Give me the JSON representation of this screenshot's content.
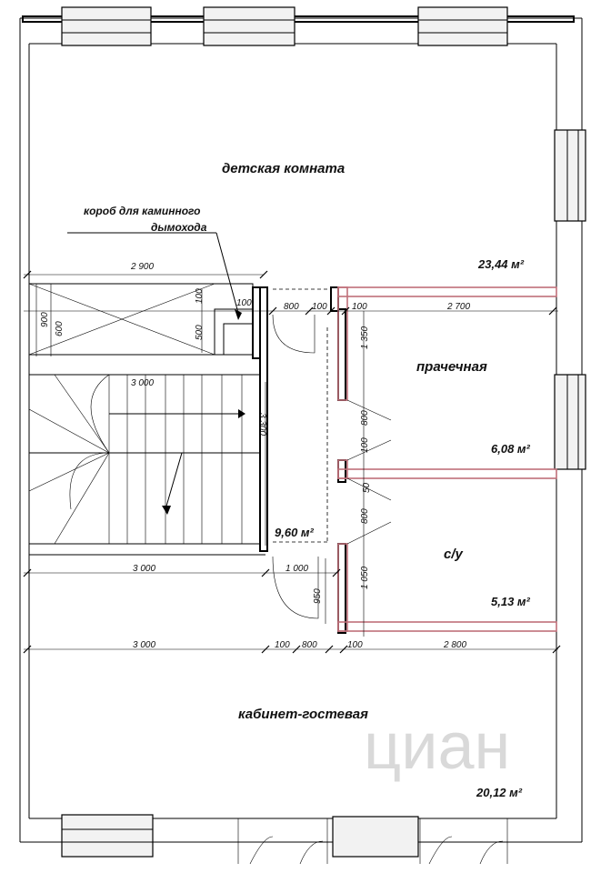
{
  "watermark": "циан",
  "rooms": {
    "kids": {
      "name": "детская комната",
      "area": "23,44 м²"
    },
    "laundry": {
      "name": "прачечная",
      "area": "6,08 м²"
    },
    "bath": {
      "name": "с/у",
      "area": "5,13 м²"
    },
    "hall": {
      "area": "9,60 м²"
    },
    "office": {
      "name": "кабинет-гостевая",
      "area": "20,12 м²"
    }
  },
  "annotations": {
    "chimney_line1": "короб для каминного",
    "chimney_line2": "дымохода"
  },
  "dimensions": {
    "d2900": "2 900",
    "d100_top": "100",
    "d100_b": "100",
    "d800_door": "800",
    "d100_door": "100",
    "d100_laundry": "100",
    "d2700": "2 700",
    "d900": "900",
    "d600": "600",
    "d500": "500",
    "d1350": "1 350",
    "d3000_stairs": "3 000",
    "d3300": "3 300",
    "d800_l1": "800",
    "d100_mid": "100",
    "d50": "50",
    "d800_l2": "800",
    "d3000_a": "3 000",
    "d1000": "1 000",
    "d950": "950",
    "d1050": "1 050",
    "d3000_b": "3 000",
    "d100_c": "100",
    "d800_c": "800",
    "d100_d": "100",
    "d2800": "2 800"
  }
}
